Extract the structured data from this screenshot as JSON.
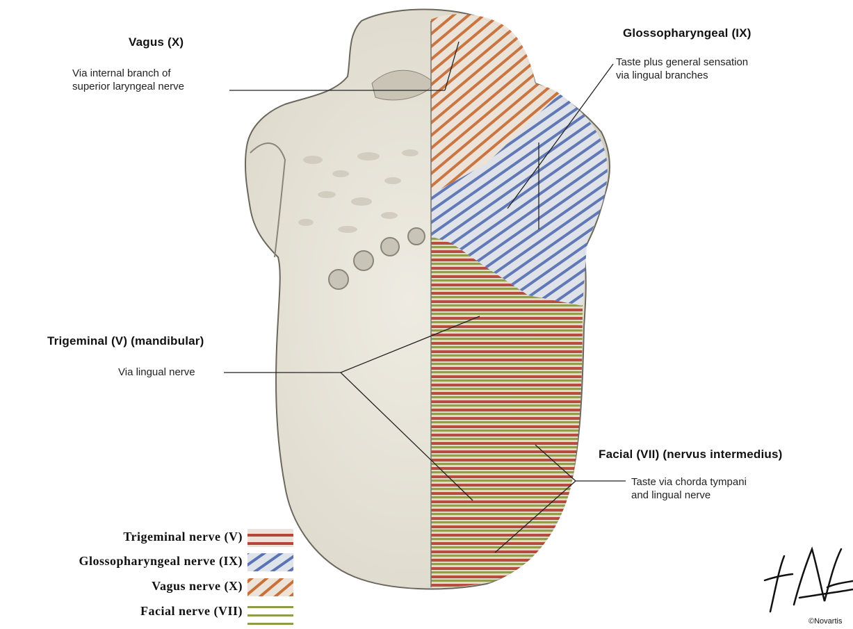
{
  "labels": {
    "vagus": {
      "heading": "Vagus (X)",
      "desc_line1": "Via internal branch of",
      "desc_line2": "superior laryngeal nerve"
    },
    "glossopharyngeal": {
      "heading": "Glossopharyngeal (IX)",
      "desc_line1": "Taste plus general sensation",
      "desc_line2": "via lingual branches"
    },
    "trigeminal": {
      "heading": "Trigeminal (V) (mandibular)",
      "desc_line1": "Via lingual nerve"
    },
    "facial": {
      "heading": "Facial (VII) (nervus intermedius)",
      "desc_line1": "Taste via chorda tympani",
      "desc_line2": "and lingual nerve"
    }
  },
  "legend": [
    {
      "label": "Trigeminal nerve (V)",
      "pattern": "horizontal-red",
      "color": "#b5463a"
    },
    {
      "label": "Glossopharyngeal nerve (IX)",
      "pattern": "diagonal-blue",
      "color": "#5a73b5"
    },
    {
      "label": "Vagus nerve (X)",
      "pattern": "diagonal-orange",
      "color": "#c8703a"
    },
    {
      "label": "Facial nerve (VII)",
      "pattern": "horizontal-green",
      "color": "#7f8a3a"
    }
  ],
  "signature": {
    "text": "F. Netter",
    "copyright": "©Novartis"
  },
  "colors": {
    "tongue_fill": "#e6e2d6",
    "tongue_shadow": "#cfcabc",
    "outline": "#6b675d",
    "red": "#b5463a",
    "blue": "#5a73b5",
    "orange": "#c8703a",
    "green": "#7f8a3a"
  }
}
